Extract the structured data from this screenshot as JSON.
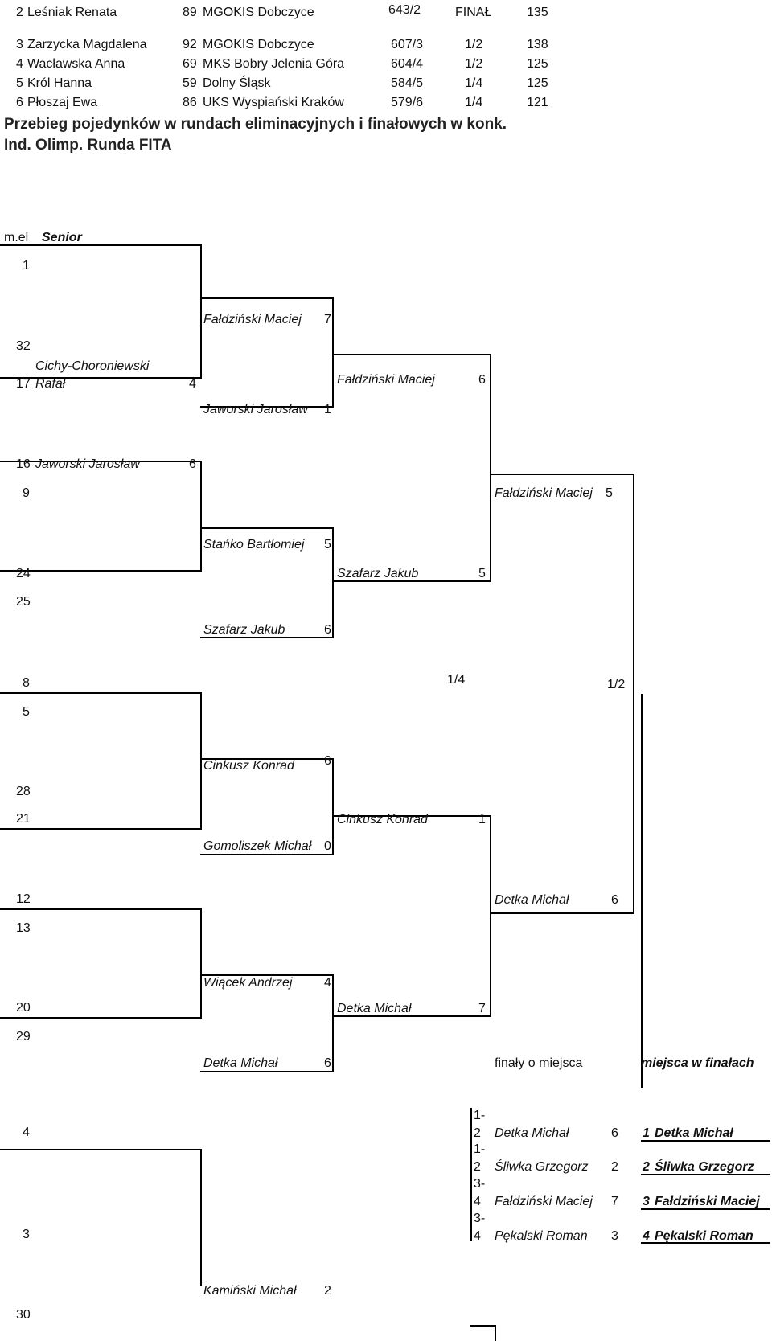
{
  "ranking": [
    {
      "pos": "2",
      "name": "Leśniak Renata",
      "num": "89",
      "club": "MGOKIS Dobczyce",
      "score": "643/2",
      "stage": "FINAŁ",
      "pts": "135"
    },
    {
      "pos": "3",
      "name": "Zarzycka Magdalena",
      "num": "92",
      "club": "MGOKIS Dobczyce",
      "score": "607/3",
      "stage": "1/2",
      "pts": "138"
    },
    {
      "pos": "4",
      "name": "Wacławska Anna",
      "num": "69",
      "club": "MKS Bobry Jelenia Góra",
      "score": "604/4",
      "stage": "1/2",
      "pts": "125"
    },
    {
      "pos": "5",
      "name": "Król Hanna",
      "num": "59",
      "club": "Dolny Śląsk",
      "score": "584/5",
      "stage": "1/4",
      "pts": "125"
    },
    {
      "pos": "6",
      "name": "Płoszaj Ewa",
      "num": "86",
      "club": "UKS Wyspiański Kraków",
      "score": "579/6",
      "stage": "1/4",
      "pts": "121"
    }
  ],
  "heading": {
    "line1": "Przebieg pojedynków w rundach eliminacyjnych i finałowych w konk.",
    "line2": "Ind. Olimp. Runda FITA"
  },
  "category": {
    "label": "m.el",
    "name": "Senior"
  },
  "seeds": {
    "s1": "1",
    "s32": "32",
    "s17": "17",
    "s16": "16",
    "s9": "9",
    "s24": "24",
    "s25": "25",
    "s8": "8",
    "s5": "5",
    "s28": "28",
    "s21": "21",
    "s12": "12",
    "s13": "13",
    "s20": "20",
    "s29": "29",
    "s4": "4",
    "s3": "3",
    "s30": "30"
  },
  "round1": {
    "cichy_name_a": "Cichy-Choroniewski",
    "cichy_name_b": "Rafał",
    "cichy_score": "4",
    "jaworski_name": "Jaworski Jarosław",
    "jaworski_score": "6"
  },
  "round2": {
    "m1": {
      "name": "Fałdziński Maciej",
      "score": "7"
    },
    "m2": {
      "name": "Jaworski Jarosław",
      "score": "1"
    },
    "m3": {
      "name": "Stańko Bartłomiej",
      "score": "5"
    },
    "m4": {
      "name": "Szafarz Jakub",
      "score": "6"
    },
    "m5": {
      "name": "Cinkusz Konrad",
      "score": "6"
    },
    "m6": {
      "name": "Gomoliszek Michał",
      "score": "0"
    },
    "m7": {
      "name": "Wiącek Andrzej",
      "score": "4"
    },
    "m8": {
      "name": "Detka Michał",
      "score": "6"
    },
    "m9": {
      "name": "Kamiński Michał",
      "score": "2"
    }
  },
  "round3": {
    "m1": {
      "name": "Fałdziński Maciej",
      "score": "6"
    },
    "m2": {
      "name": "Szafarz Jakub",
      "score": "5"
    },
    "m3": {
      "name": "Cinkusz Konrad",
      "score": "1"
    },
    "m4": {
      "name": "Detka Michał",
      "score": "7"
    }
  },
  "round4": {
    "m1": {
      "name": "Fałdziński Maciej",
      "score": "5"
    },
    "m2": {
      "name": "Detka Michał",
      "score": "6"
    }
  },
  "labels": {
    "quarter": "1/4",
    "semi": "1/2",
    "finals": "finały o miejsca",
    "places": "miejsca w finałach"
  },
  "finals": [
    {
      "mark_a": "1-",
      "mark_b": "2",
      "name": "Detka Michał",
      "score": "6"
    },
    {
      "mark_a": "1-",
      "mark_b": "2",
      "name": "Śliwka Grzegorz",
      "score": "2"
    },
    {
      "mark_a": "3-",
      "mark_b": "4",
      "name": "Fałdziński Maciej",
      "score": "7"
    },
    {
      "mark_a": "3-",
      "mark_b": "4",
      "name": "Pękalski Roman",
      "score": "3"
    }
  ],
  "places": [
    {
      "pos": "1",
      "name": "Detka Michał"
    },
    {
      "pos": "2",
      "name": "Śliwka Grzegorz"
    },
    {
      "pos": "3",
      "name": "Fałdziński Maciej"
    },
    {
      "pos": "4",
      "name": "Pękalski Roman"
    }
  ]
}
